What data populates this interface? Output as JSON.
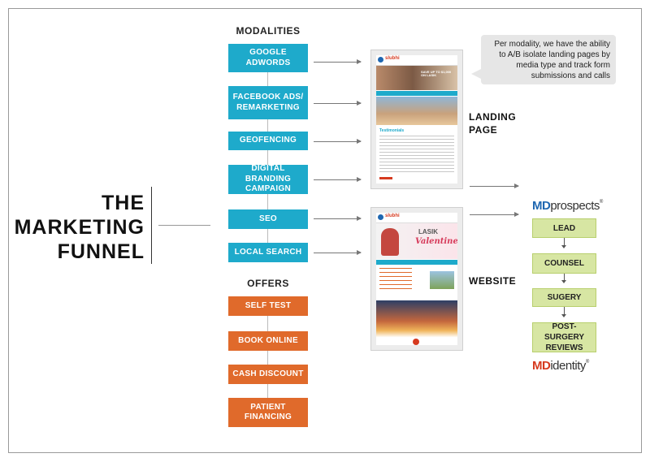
{
  "title_lines": [
    "THE",
    "MARKETING",
    "FUNNEL"
  ],
  "modalities_heading": "MODALITIES",
  "offers_heading": "OFFERS",
  "modalities": [
    "GOOGLE\nADWORDS",
    "FACEBOOK ADS/\nREMARKETING",
    "GEOFENCING",
    "DIGITAL BRANDING\nCAMPAIGN",
    "SEO",
    "LOCAL SEARCH"
  ],
  "offers": [
    "SELF TEST",
    "BOOK ONLINE",
    "CASH DISCOUNT",
    "PATIENT\nFINANCING"
  ],
  "callout_text": "Per modality, we have the ability to A/B isolate landing pages by media type and track form submissions and calls",
  "landing_page_label": "LANDING\nPAGE",
  "website_label": "WEBSITE",
  "logo_top": {
    "md": "MD",
    "rest": "prospects",
    "mark": "®"
  },
  "logo_bottom": {
    "md": "MD",
    "rest": "identity",
    "mark": "®"
  },
  "stages": [
    "LEAD",
    "COUNSEL",
    "SUGERY",
    "POST-SURGERY\nREVIEWS"
  ],
  "colors": {
    "blue": "#1eaacb",
    "orange": "#e06a2b",
    "green": "#d7e6a3",
    "logo_blue": "#1f67b1",
    "logo_red": "#d63a1f"
  },
  "screenshots": {
    "landing": {
      "logo": "slubhi",
      "hero": "SAVE UP TO $1,000 ON LASIK",
      "section": "Testimonials"
    },
    "website": {
      "logo": "slubhi",
      "hero1": "LASIK",
      "hero2": "Valentine"
    }
  }
}
